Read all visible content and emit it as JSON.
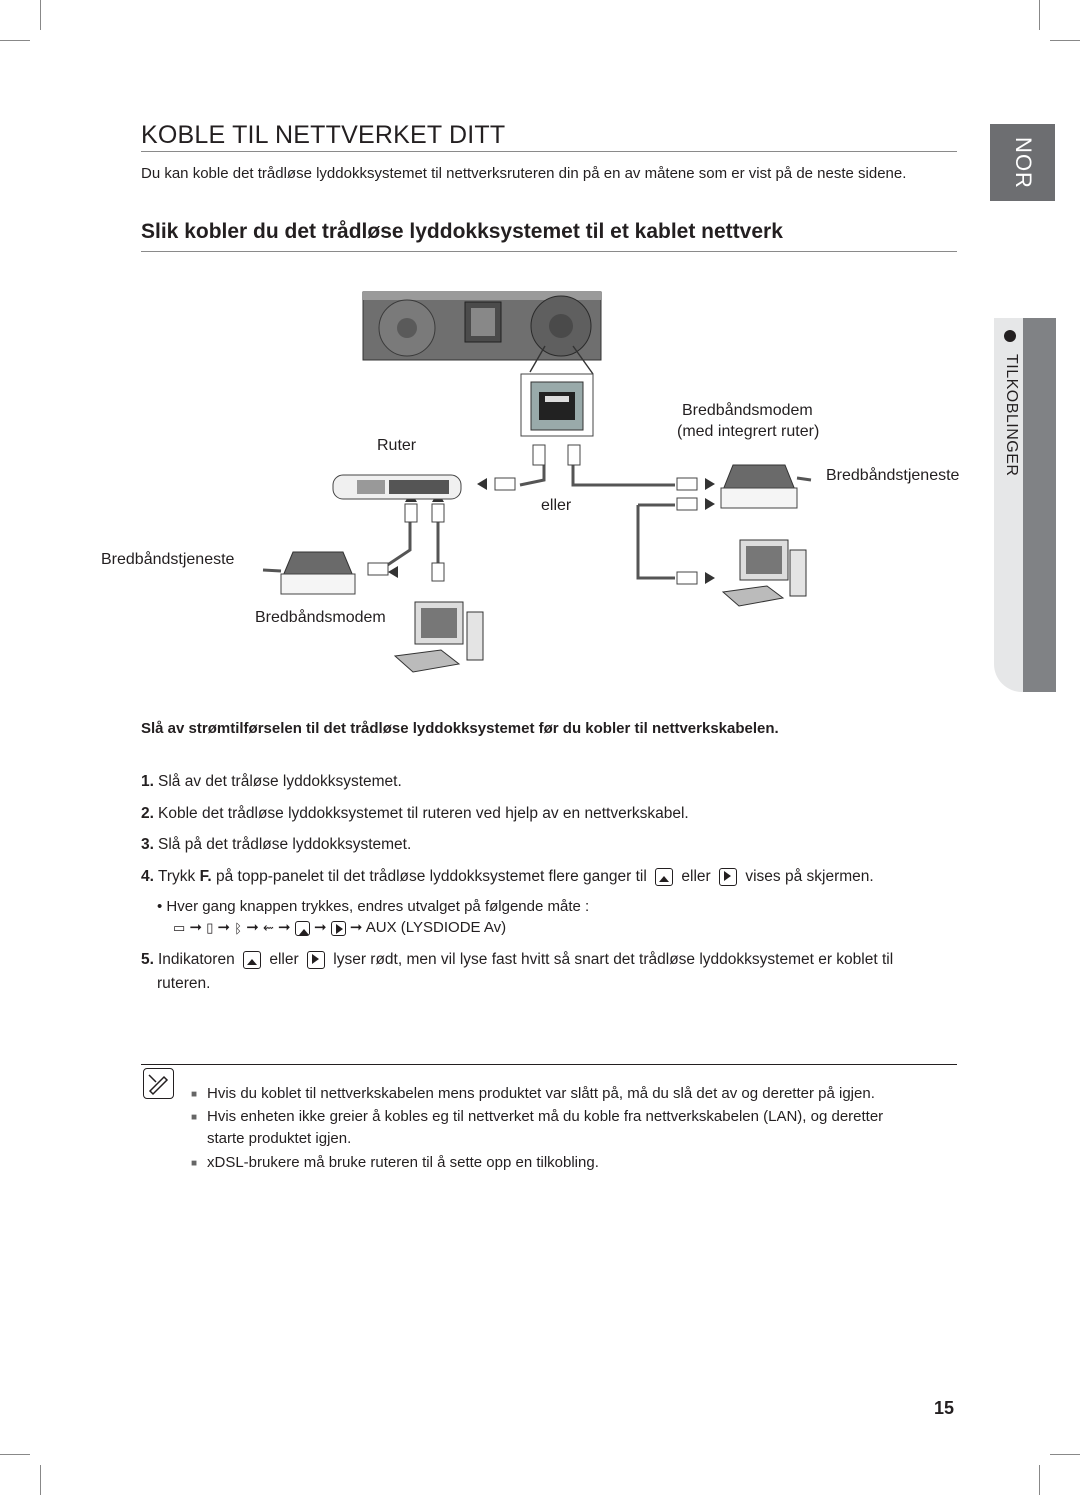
{
  "page": {
    "title": "KOBLE TIL NETTVERKET DITT",
    "intro": "Du kan koble det trådløse lyddokksystemet til nettverksruteren din på en av måtene som er vist på de neste sidene.",
    "subtitle": "Slik kobler du det trådløse lyddokksystemet til et kablet nettverk",
    "page_number": "15"
  },
  "side_tabs": {
    "language": "NOR",
    "section": "TILKOBLINGER"
  },
  "diagram": {
    "router_label": "Ruter",
    "modem_router_label_1": "Bredbåndsmodem",
    "modem_router_label_2": "(med integrert ruter)",
    "service_label_right": "Bredbåndstjeneste",
    "or_label": "eller",
    "service_label_left": "Bredbåndstjeneste",
    "modem_label": "Bredbåndsmodem"
  },
  "warning": "Slå av strømtilførselen til det trådløse lyddokksystemet før du kobler til nettverkskabelen.",
  "steps": [
    {
      "num": "1.",
      "text": "Slå av det tråløse lyddokksystemet."
    },
    {
      "num": "2.",
      "text": "Koble det trådløse lyddokksystemet til ruteren ved hjelp av en nettverkskabel."
    },
    {
      "num": "3.",
      "text": "Slå på det trådløse lyddokksystemet."
    },
    {
      "num": "4.",
      "text_a": "Trykk",
      "key": "F.",
      "text_b": "på topp-panelet til det trådløse lyddokksystemet flere ganger til",
      "or": "eller",
      "text_c": "vises på skjermen."
    },
    {
      "num": "5.",
      "text_a": "Indikatoren",
      "or": "eller",
      "text_b": "lyser rødt, men vil lyse fast hvitt så snart det trådløse lyddokksystemet er koblet til",
      "text_c": "ruteren."
    }
  ],
  "step4_bullet": "Hver gang knappen trykkes, endres utvalget på følgende måte :",
  "sequence_end": "AUX (LYSDIODE Av)",
  "notes": [
    "Hvis du koblet til nettverkskabelen mens produktet var slått på, må du slå det av og deretter på igjen.",
    "Hvis enheten ikke greier å kobles eg til nettverket må du koble fra nettverkskabelen (LAN), og deretter",
    "starte produktet igjen.",
    "xDSL-brukere må bruke ruteren til å sette opp en tilkobling."
  ]
}
